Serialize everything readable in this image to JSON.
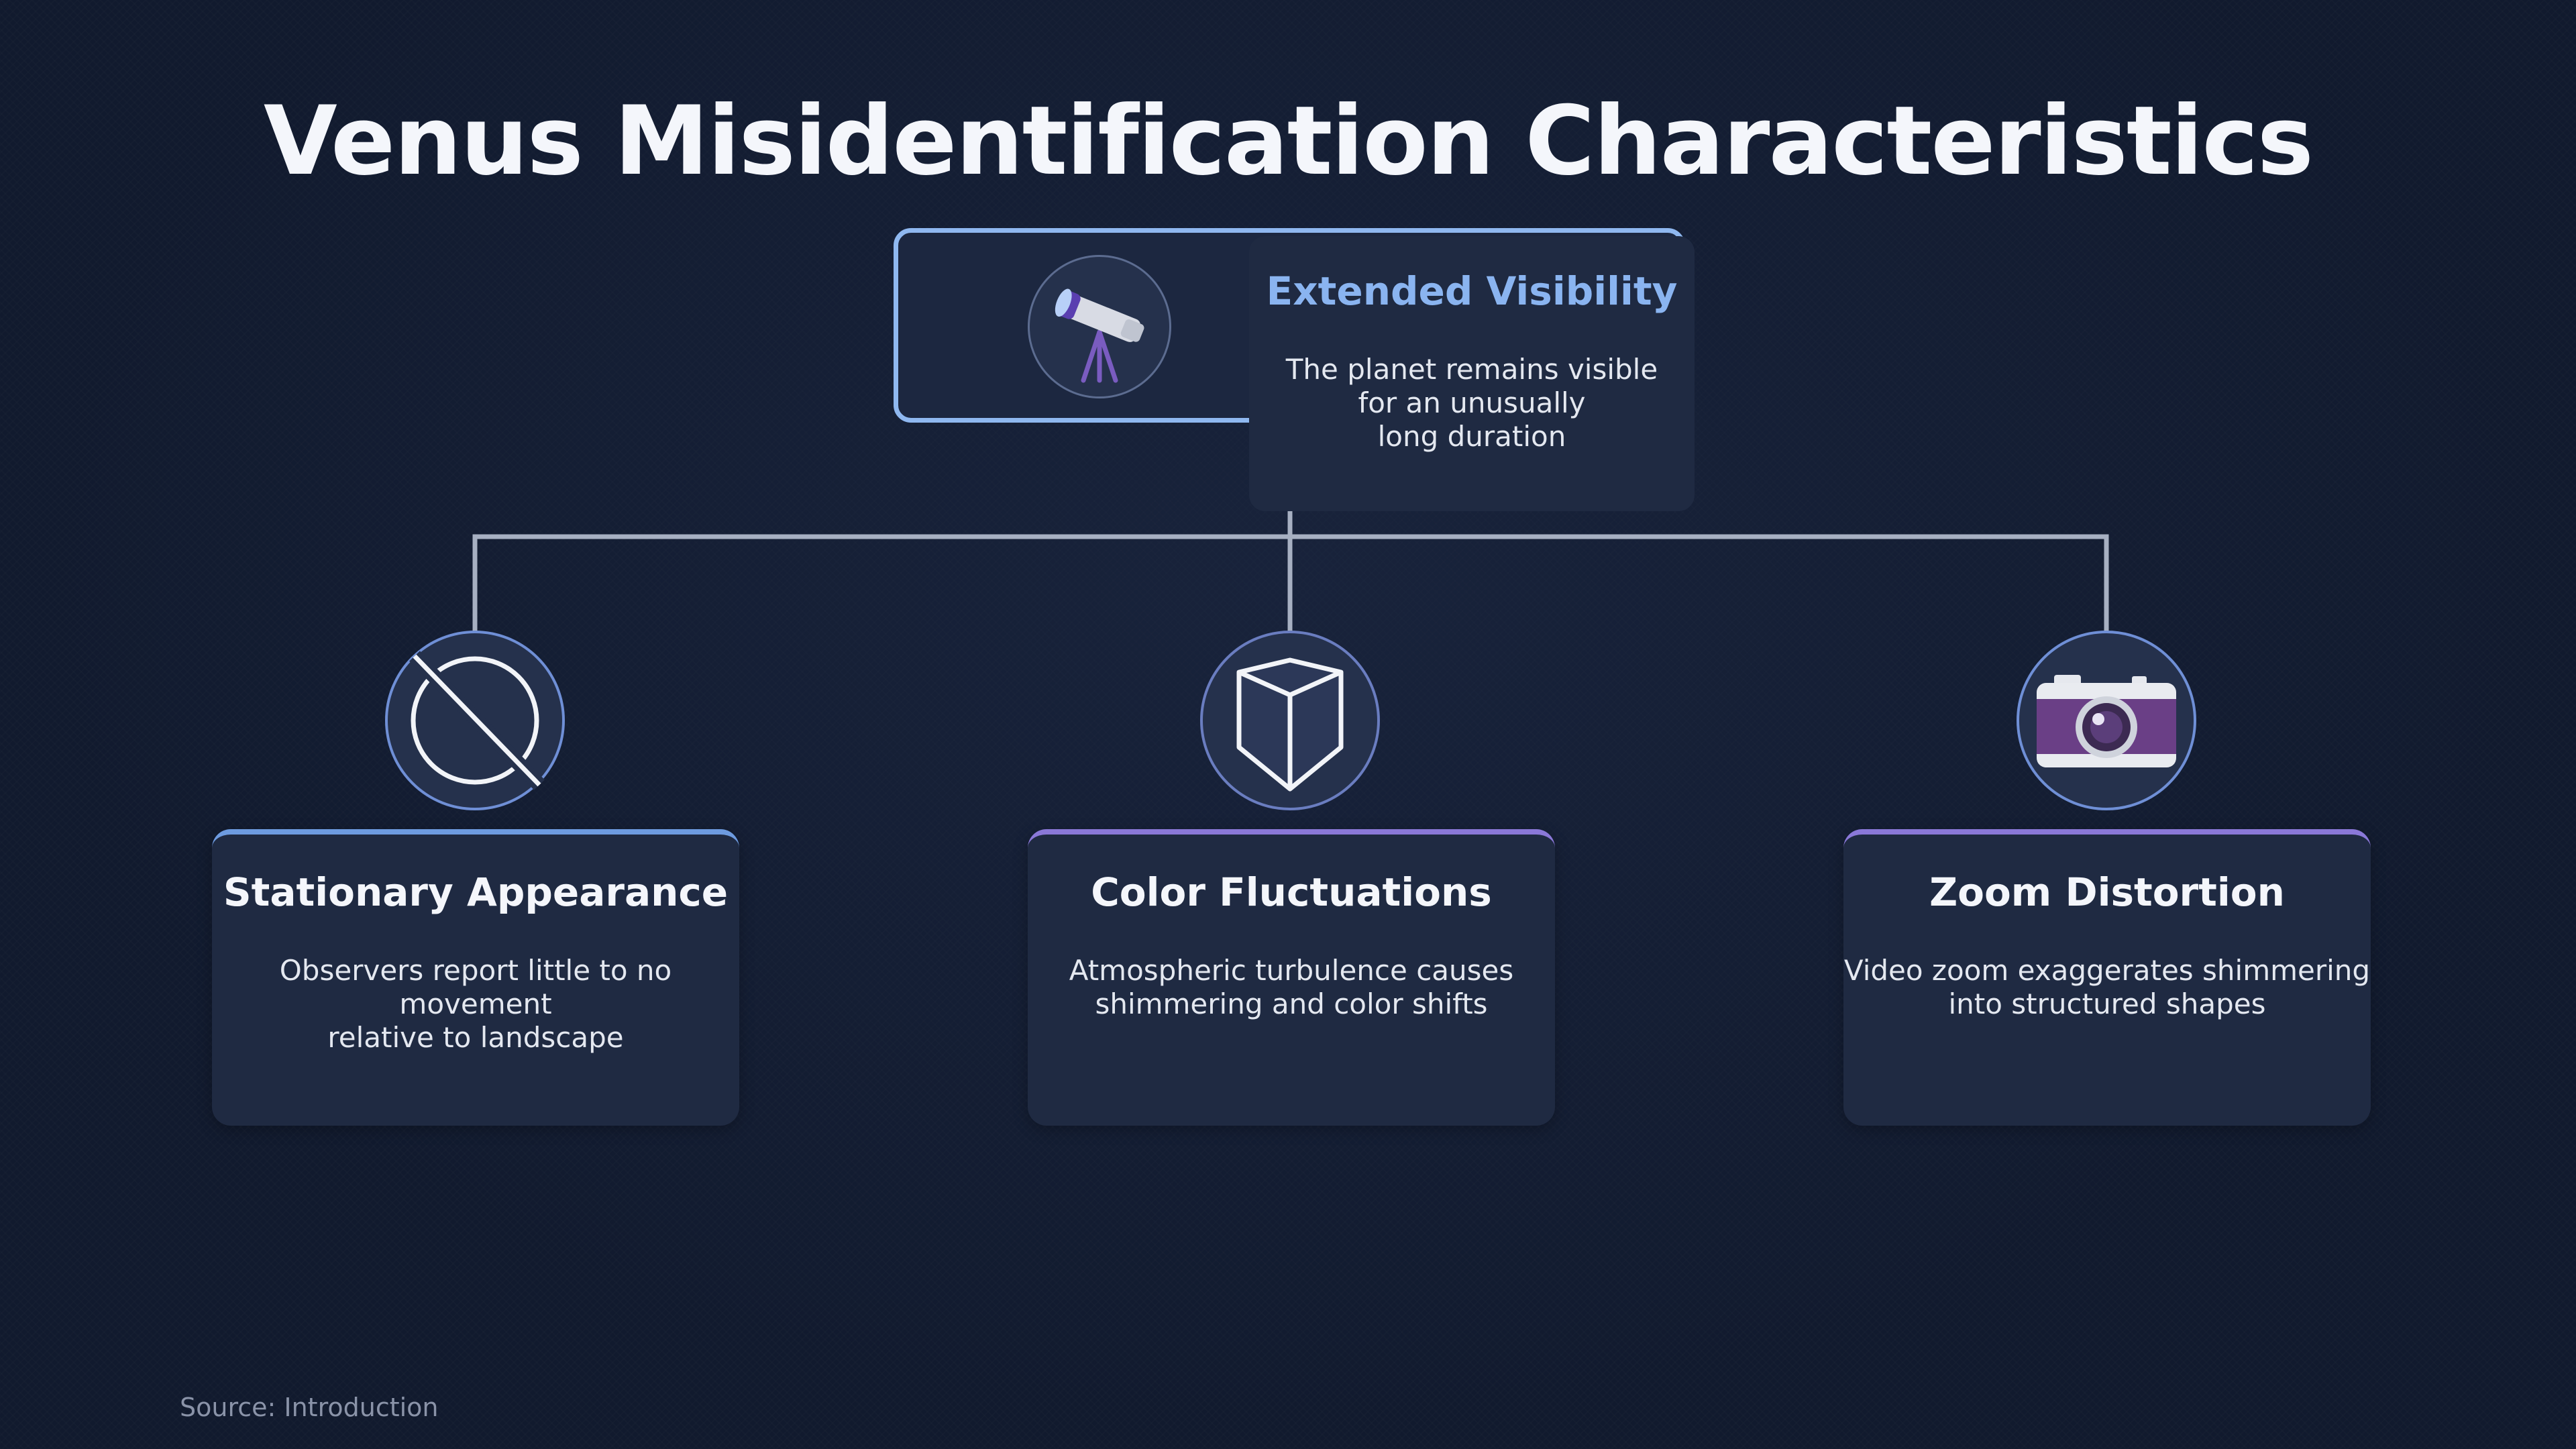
{
  "title": "Venus Misidentification Characteristics",
  "top_node": {
    "heading": "Extended Visibility",
    "description": "The planet remains visible\nfor an unusually\nlong duration",
    "icon": "telescope-icon"
  },
  "nodes": [
    {
      "heading": "Stationary Appearance",
      "description": "Observers report little to no movement\nrelative to landscape",
      "icon": "no-motion-icon"
    },
    {
      "heading": "Color Fluctuations",
      "description": "Atmospheric turbulence causes\nshimmering and color shifts",
      "icon": "prism-icon"
    },
    {
      "heading": "Zoom Distortion",
      "description": "Video zoom exaggerates shimmering\ninto structured shapes",
      "icon": "camera-icon"
    }
  ],
  "source": "Source: Introduction",
  "colors": {
    "background": "#111a2e",
    "accent_blue": "#8ab4f0",
    "accent_purple": "#8a78d8",
    "connector": "#a7b0c2"
  }
}
